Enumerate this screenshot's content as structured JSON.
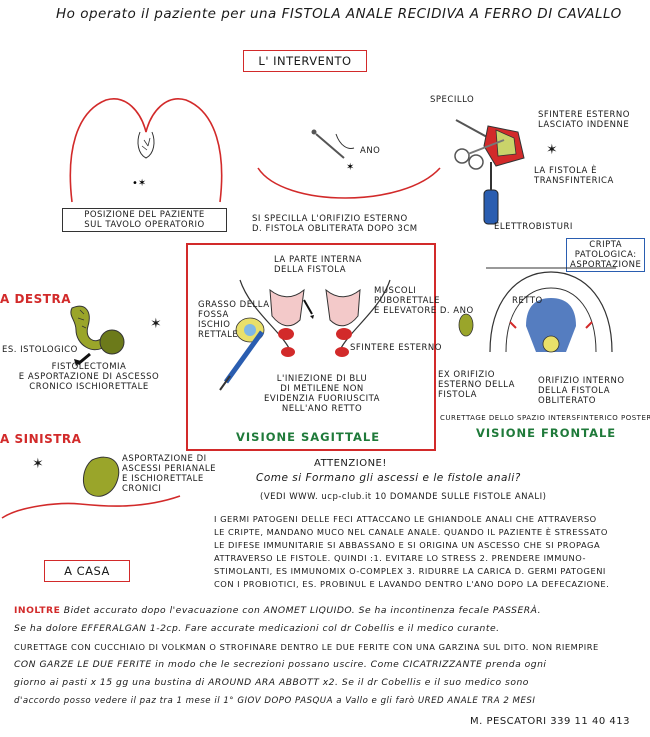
{
  "title": "Ho operato il paziente per una FISTOLA ANALE RECIDIVA A FERRO DI CAVALLO",
  "intervento": "L' INTERVENTO",
  "fig1": {
    "caption_1": "POSIZIONE DEL PAZIENTE",
    "caption_2": "SUL TAVOLO OPERATORIO"
  },
  "fig2": {
    "ano": "ANO",
    "caption_1": "SI SPECILLA L'ORIFIZIO ESTERNO",
    "caption_2": "D. FISTOLA OBLITERATA DOPO 3CM"
  },
  "fig3": {
    "specillo": "SPECILLO",
    "sfintere_1": "SFINTERE ESTERNO",
    "sfintere_2": "LASCIATO INDENNE",
    "fistola_1": "LA FISTOLA È",
    "fistola_2": "TRANSFINTERICA",
    "elettrobisturi": "ELETTROBISTURI"
  },
  "destra": {
    "header": "A DESTRA",
    "istologico": "ES. ISTOLOGICO",
    "caption_1": "FISTOLECTOMIA",
    "caption_2": "E ASPORTAZIONE DI ASCESSO",
    "caption_3": "CRONICO ISCHIORETTALE"
  },
  "sinistra": {
    "header": "A SINISTRA",
    "caption_1": "ASPORTAZIONE DI",
    "caption_2": "ASCESSI PERIANALE",
    "caption_3": "E ISCHIORETTALE",
    "caption_4": "CRONICI"
  },
  "sagittale": {
    "parte_1": "LA PARTE INTERNA",
    "parte_2": "DELLA FISTOLA",
    "grasso_1": "GRASSO DELLA",
    "grasso_2": "FOSSA",
    "grasso_3": "ISCHIO",
    "grasso_4": "RETTALE",
    "muscoli_1": "MUSCOLI",
    "muscoli_2": "PUBORETTALE",
    "muscoli_3": "E ELEVATORE D. ANO",
    "sfintere": "SFINTERE ESTERNO",
    "iniezione_1": "L'INIEZIONE DI BLU",
    "iniezione_2": "DI METILENE NON",
    "iniezione_3": "EVIDENZIA FUORIUSCITA",
    "iniezione_4": "NELL'ANO RETTO",
    "label": "VISIONE SAGITTALE"
  },
  "frontale": {
    "cripta_1": "CRIPTA",
    "cripta_2": "PATOLOGICA:",
    "cripta_3": "ASPORTAZIONE",
    "retto": "RETTO",
    "ex_1": "EX ORIFIZIO",
    "ex_2": "ESTERNO DELLA",
    "ex_3": "FISTOLA",
    "interno_1": "ORIFIZIO INTERNO",
    "interno_2": "DELLA FISTOLA",
    "interno_3": "OBLITERATO",
    "curettage": "CURETTAGE DELLO SPAZIO INTERSFINTERICO POSTERIORE",
    "label": "VISIONE FRONTALE"
  },
  "attenzione": {
    "title": "ATTENZIONE!",
    "question": "Come si Formano gli ascessi e le fistole anali?",
    "vedi": "(VEDI WWW. ucp-club.it 10 DOMANDE SULLE FISTOLE ANALI)",
    "p1": "I GERMI PATOGENI DELLE FECI ATTACCANO LE GHIANDOLE ANALI CHE ATTRAVERSO",
    "p2": "LE CRIPTE, MANDANO MUCO NEL CANALE ANALE. QUANDO IL PAZIENTE È STRESSATO",
    "p3": "LE DIFESE IMMUNITARIE SI ABBASSANO E SI ORIGINA UN ASCESSO CHE SI PROPAGA",
    "p4": "ATTRAVERSO LE FISTOLE. QUINDI :1. EVITARE LO STRESS 2. PRENDERE IMMUNO-",
    "p5": "STIMOLANTI, ES IMMUNOMIX O-COMPLEX 3. RIDURRE LA CARICA D. GERMI PATOGENI",
    "p6": "CON I PROBIOTICI, ES. PROBINUL E LAVANDO DENTRO L'ANO DOPO LA DEFECAZIONE."
  },
  "casa": {
    "header": "A CASA",
    "line1_prefix": "INOLTRE",
    "line1": "Bidet accurato dopo l'evacuazione con ANOMET LIQUIDO. Se ha incontinenza fecale PASSERÀ.",
    "line2": "Se ha dolore EFFERALGAN 1-2cp. Fare accurate medicazioni col dr Cobellis e il medico curante.",
    "line3": "CURETTAGE CON CUCCHIAIO DI VOLKMAN O STROFINARE DENTRO LE DUE FERITE CON UNA GARZINA SUL DITO. NON RIEMPIRE",
    "line4": "CON GARZE LE DUE FERITE in modo che le secrezioni possano uscire. Come CICATRIZZANTE prenda ogni",
    "line5": "giorno ai pasti x 15 gg una bustina di AROUND ARA ABBOTT x2. Se il dr Cobellis e il suo medico sono",
    "line6": "d'accordo posso vedere il paz tra 1 mese il 1° GIOV DOPO PASQUA a Vallo e gli farò URED ANALE TRA 2 MESI"
  },
  "signature": "M. PESCATORI 339 11 40 413",
  "colors": {
    "red": "#d22a2a",
    "green": "#1f7a3a",
    "blue_ink": "#2a5db0",
    "flesh": "#f3c9c9",
    "olive": "#9aa52a"
  }
}
